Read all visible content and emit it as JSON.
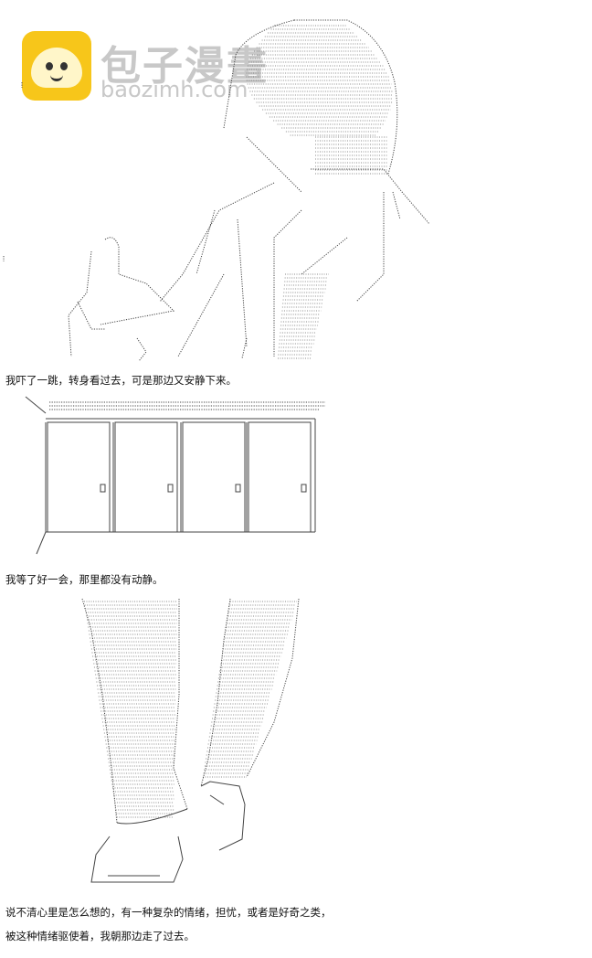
{
  "watermark": {
    "title": "包子漫畫",
    "url": "baozimh.com"
  },
  "captions": [
    "我吓了一跳，转身看过去，可是那边又安静下来。",
    "我等了好一会，那里都没有动静。",
    "说不清心里是怎么想的，有一种复杂的情绪，担忧，或者是好奇之类，",
    "被这种情绪驱使着，我朝那边走了过去。"
  ],
  "colors": {
    "logo": "#f7c61a",
    "watermark_text": "#c8c8c8"
  }
}
